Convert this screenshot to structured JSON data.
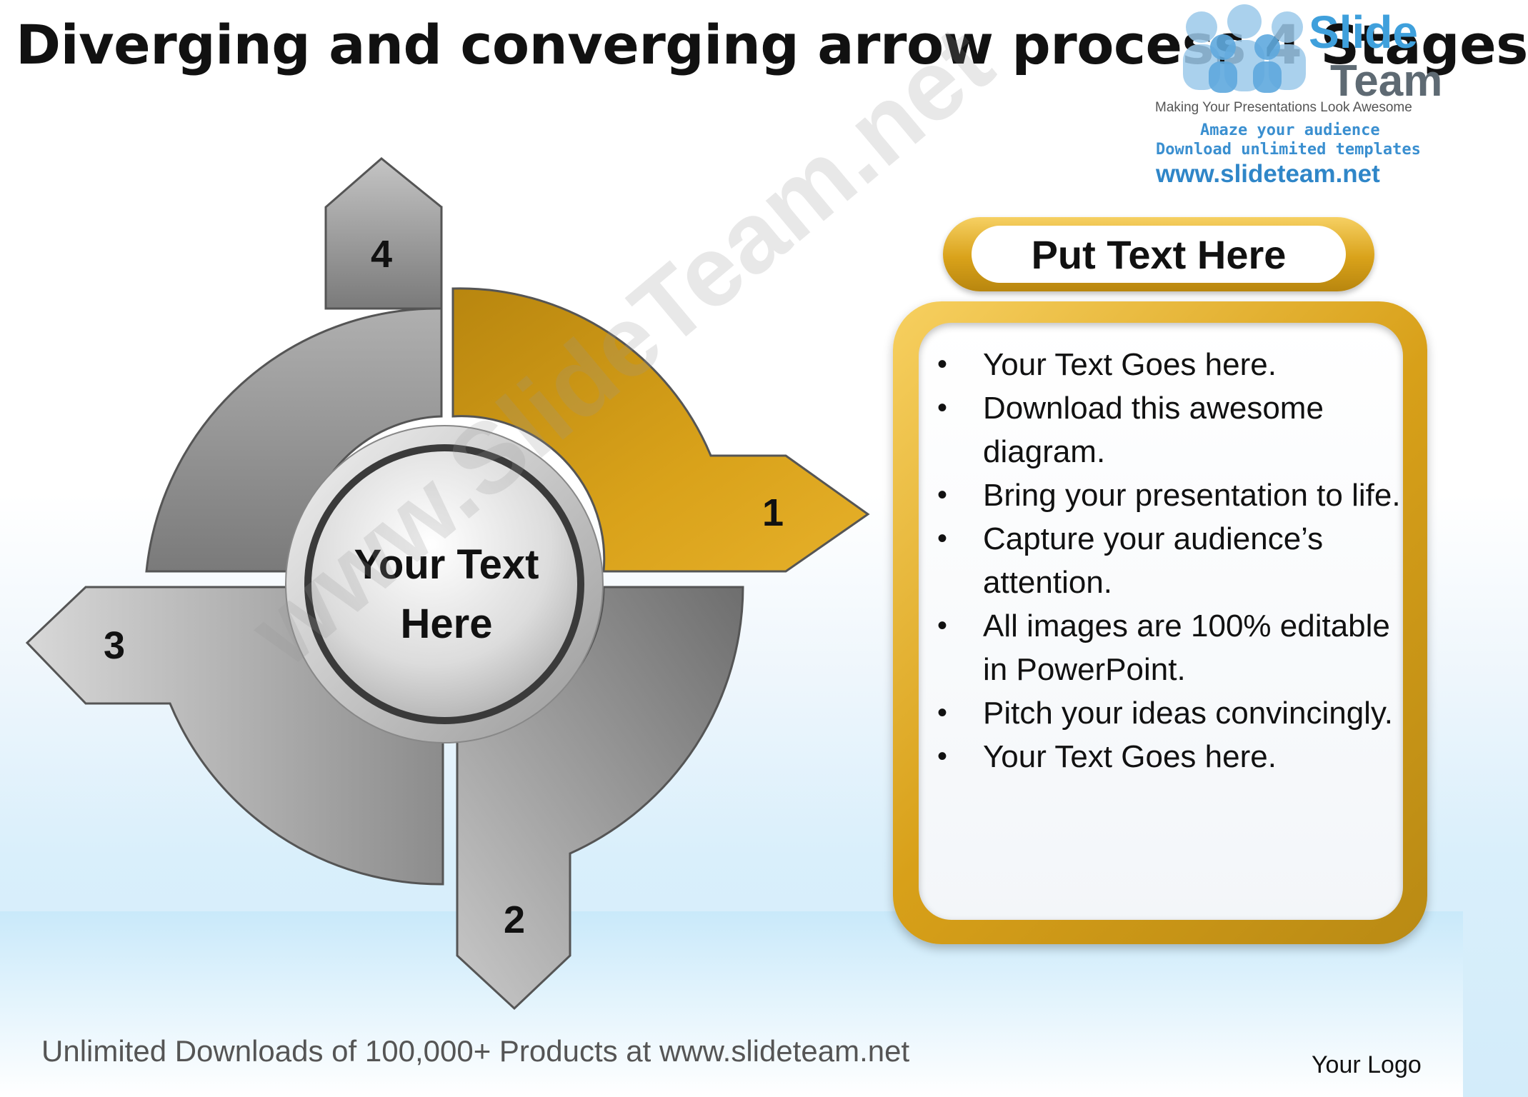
{
  "title": "Diverging and converging arrow process 4 Stages",
  "logo": {
    "brand_line1": "Slide",
    "brand_line2": "Team",
    "tagline": "Making Your Presentations Look Awesome",
    "promo1": "Amaze your audience",
    "promo2": "Download unlimited templates",
    "url": "www.slideteam.net"
  },
  "diagram": {
    "center_line1": "Your Text",
    "center_line2": "Here",
    "stage1": "1",
    "stage2": "2",
    "stage3": "3",
    "stage4": "4",
    "colors": {
      "highlight": "#d9a21a",
      "neutral": "#9a9a9a",
      "outline": "#555555"
    }
  },
  "panel": {
    "header": "Put Text Here",
    "bullets": [
      "Your Text Goes here.",
      "Download this awesome diagram.",
      "Bring your presentation to life.",
      "Capture your audience’s attention.",
      "All images are 100% editable in PowerPoint.",
      "Pitch your ideas convincingly.",
      "Your Text Goes here."
    ]
  },
  "watermark": "www.SlideTeam.net",
  "footer": "Unlimited Downloads of 100,000+ Products at www.slideteam.net",
  "your_logo": "Your Logo"
}
